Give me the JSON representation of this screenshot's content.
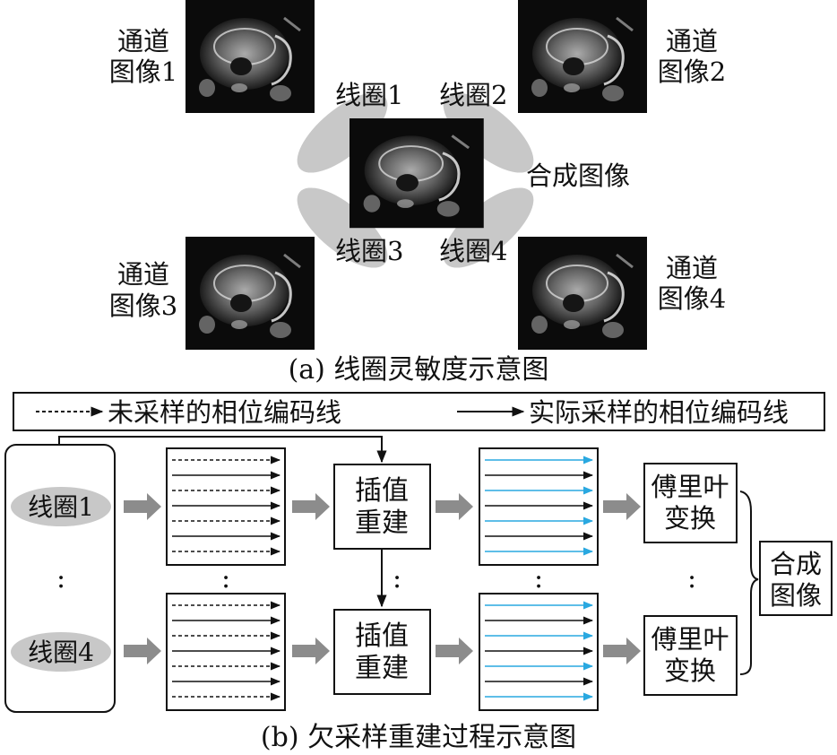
{
  "part_a": {
    "channel_1": [
      "通道",
      "图像1"
    ],
    "channel_2": [
      "通道",
      "图像2"
    ],
    "channel_3": [
      "通道",
      "图像3"
    ],
    "channel_4": [
      "通道",
      "图像4"
    ],
    "coil_1": "线圈1",
    "coil_2": "线圈2",
    "coil_3": "线圈3",
    "coil_4": "线圈4",
    "composite": "合成图像",
    "caption": "(a) 线圈灵敏度示意图"
  },
  "legend": {
    "unsampled": "未采样的相位编码线",
    "sampled": "实际采样的相位编码线"
  },
  "part_b": {
    "coil_top": "线圈1",
    "coil_bottom": "线圈4",
    "dots": ":",
    "interp": [
      "插值",
      "重建"
    ],
    "fft": [
      "傅里叶",
      "变换"
    ],
    "composite": [
      "合成",
      "图像"
    ],
    "caption": "(b) 欠采样重建过程示意图"
  },
  "colors": {
    "ink": "#111111",
    "coil_fill": "#c8c8c8",
    "arrow_gray": "#8c8c8c",
    "interp_line": "#29a8e0",
    "image_bg": "#0b0b0b"
  }
}
